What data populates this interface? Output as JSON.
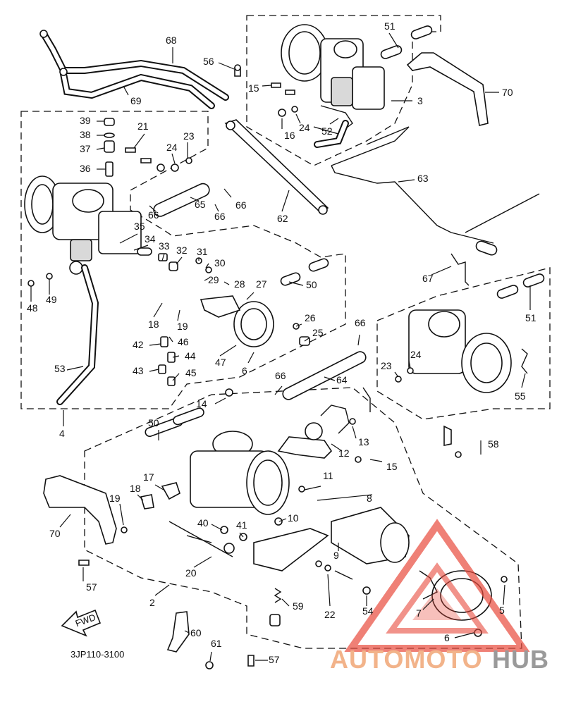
{
  "diagram": {
    "drawing_code": "3JP110-3100",
    "fwd_label": "FWD",
    "watermark": {
      "text_a": "AUTOMOTO",
      "text_b": "HUB",
      "color_a": "#f2b38a",
      "color_b": "#9a9a9a",
      "triangle_color": "#e84a3c"
    },
    "callouts": [
      {
        "id": "c1",
        "label": "51"
      },
      {
        "id": "c2",
        "label": "56"
      },
      {
        "id": "c3",
        "label": "68"
      },
      {
        "id": "c4",
        "label": "15"
      },
      {
        "id": "c5",
        "label": "3"
      },
      {
        "id": "c6",
        "label": "70"
      },
      {
        "id": "c7",
        "label": "69"
      },
      {
        "id": "c8",
        "label": "24"
      },
      {
        "id": "c9",
        "label": "52"
      },
      {
        "id": "c10",
        "label": "16"
      },
      {
        "id": "c11",
        "label": "39"
      },
      {
        "id": "c12",
        "label": "38"
      },
      {
        "id": "c13",
        "label": "37"
      },
      {
        "id": "c14",
        "label": "21"
      },
      {
        "id": "c15",
        "label": "23"
      },
      {
        "id": "c16",
        "label": "24"
      },
      {
        "id": "c17",
        "label": "36"
      },
      {
        "id": "c18",
        "label": "66"
      },
      {
        "id": "c19",
        "label": "66"
      },
      {
        "id": "c20",
        "label": "65"
      },
      {
        "id": "c21",
        "label": "66"
      },
      {
        "id": "c22",
        "label": "63"
      },
      {
        "id": "c23",
        "label": "62"
      },
      {
        "id": "c24",
        "label": "35"
      },
      {
        "id": "c25",
        "label": "34"
      },
      {
        "id": "c26",
        "label": "33"
      },
      {
        "id": "c27",
        "label": "32"
      },
      {
        "id": "c28",
        "label": "31"
      },
      {
        "id": "c29",
        "label": "30"
      },
      {
        "id": "c30",
        "label": "29"
      },
      {
        "id": "c31",
        "label": "28"
      },
      {
        "id": "c32",
        "label": "27"
      },
      {
        "id": "c33",
        "label": "50"
      },
      {
        "id": "c34",
        "label": "67"
      },
      {
        "id": "c35",
        "label": "51"
      },
      {
        "id": "c36",
        "label": "48"
      },
      {
        "id": "c37",
        "label": "49"
      },
      {
        "id": "c38",
        "label": "18"
      },
      {
        "id": "c39",
        "label": "19"
      },
      {
        "id": "c40",
        "label": "42"
      },
      {
        "id": "c41",
        "label": "46"
      },
      {
        "id": "c42",
        "label": "44"
      },
      {
        "id": "c43",
        "label": "43"
      },
      {
        "id": "c44",
        "label": "45"
      },
      {
        "id": "c45",
        "label": "26"
      },
      {
        "id": "c46",
        "label": "25"
      },
      {
        "id": "c47",
        "label": "47"
      },
      {
        "id": "c48",
        "label": "6"
      },
      {
        "id": "c49",
        "label": "66"
      },
      {
        "id": "c50",
        "label": "53"
      },
      {
        "id": "c51",
        "label": "66"
      },
      {
        "id": "c52",
        "label": "64"
      },
      {
        "id": "c53",
        "label": "24"
      },
      {
        "id": "c54",
        "label": "23"
      },
      {
        "id": "c55",
        "label": "55"
      },
      {
        "id": "c56",
        "label": "4"
      },
      {
        "id": "c57",
        "label": "14"
      },
      {
        "id": "c58",
        "label": "50"
      },
      {
        "id": "c59",
        "label": "13"
      },
      {
        "id": "c60",
        "label": "58"
      },
      {
        "id": "c61",
        "label": "12"
      },
      {
        "id": "c62",
        "label": "15"
      },
      {
        "id": "c63",
        "label": "17"
      },
      {
        "id": "c64",
        "label": "11"
      },
      {
        "id": "c65",
        "label": "18"
      },
      {
        "id": "c66",
        "label": "8"
      },
      {
        "id": "c67",
        "label": "19"
      },
      {
        "id": "c68",
        "label": "70"
      },
      {
        "id": "c69",
        "label": "40"
      },
      {
        "id": "c70",
        "label": "41"
      },
      {
        "id": "c71",
        "label": "10"
      },
      {
        "id": "c72",
        "label": "20"
      },
      {
        "id": "c73",
        "label": "9"
      },
      {
        "id": "c74",
        "label": "57"
      },
      {
        "id": "c75",
        "label": "2"
      },
      {
        "id": "c76",
        "label": "59"
      },
      {
        "id": "c77",
        "label": "22"
      },
      {
        "id": "c78",
        "label": "54"
      },
      {
        "id": "c79",
        "label": "7"
      },
      {
        "id": "c80",
        "label": "5"
      },
      {
        "id": "c81",
        "label": "6"
      },
      {
        "id": "c82",
        "label": "60"
      },
      {
        "id": "c83",
        "label": "61"
      },
      {
        "id": "c84",
        "label": "57"
      }
    ]
  }
}
